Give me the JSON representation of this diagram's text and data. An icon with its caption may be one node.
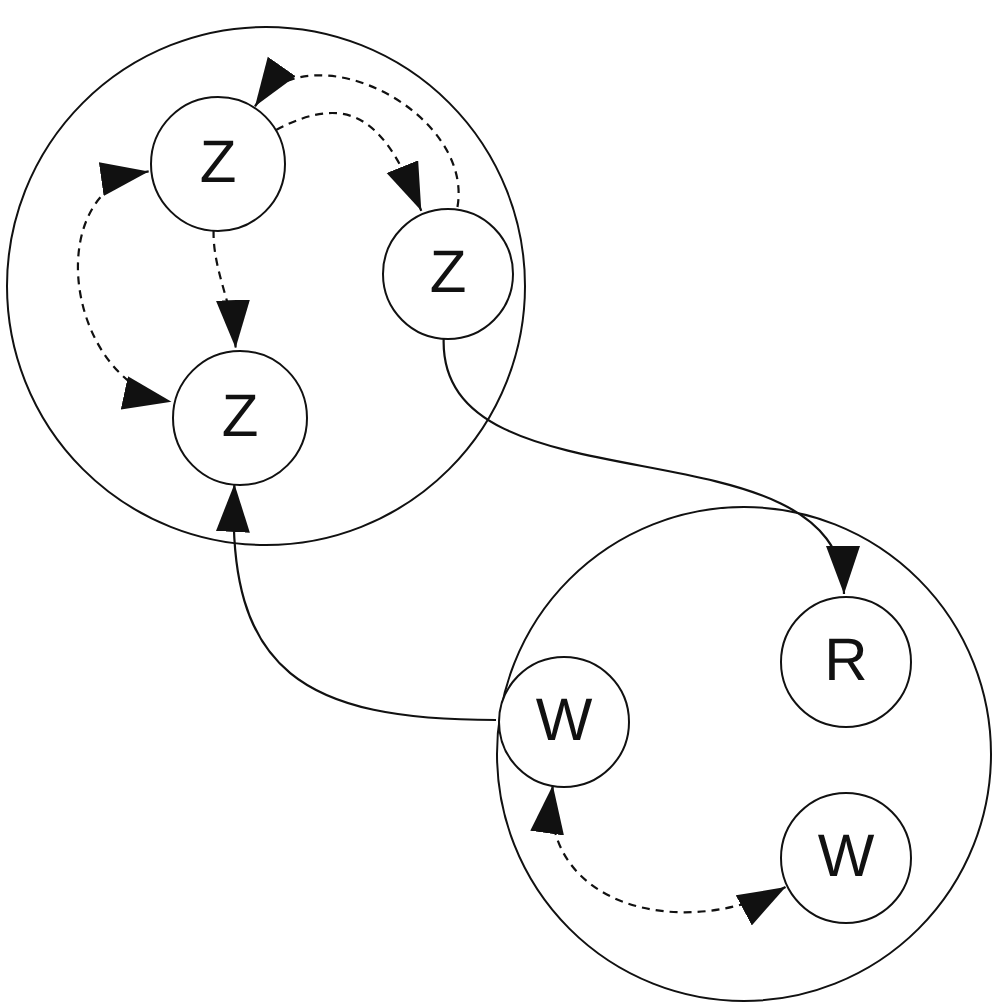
{
  "diagram": {
    "nodes": [
      {
        "text": [],
        "shape": "circle"
      },
      {
        "text": [
          "Z"
        ],
        "in": 0
      },
      {
        "text": [
          "Z"
        ],
        "in": 0
      },
      {
        "text": [
          "Z"
        ],
        "in": 0
      },
      {
        "text": [],
        "shape": "circle"
      },
      {
        "text": [
          "R"
        ],
        "in": 4
      },
      {
        "text": [
          "W"
        ],
        "in": 4
      },
      {
        "text": [
          "W"
        ],
        "in": 4
      }
    ],
    "edges": [
      {
        "from": 2,
        "to": 1,
        "arrow": "to",
        "style": "dashed"
      },
      {
        "from": 1,
        "to": 2,
        "arrow": "to",
        "style": "dashed"
      },
      {
        "from": 1,
        "to": 3,
        "arrow": "to",
        "style": "dashed"
      },
      {
        "from": 1,
        "to": 3,
        "arrow": "both",
        "style": "dashed"
      },
      {
        "from": 2,
        "to": 5,
        "arrow": "to"
      },
      {
        "from": 6,
        "to": 3,
        "arrow": "to"
      },
      {
        "from": 6,
        "to": 7,
        "arrow": "both",
        "style": "dashed"
      }
    ]
  }
}
